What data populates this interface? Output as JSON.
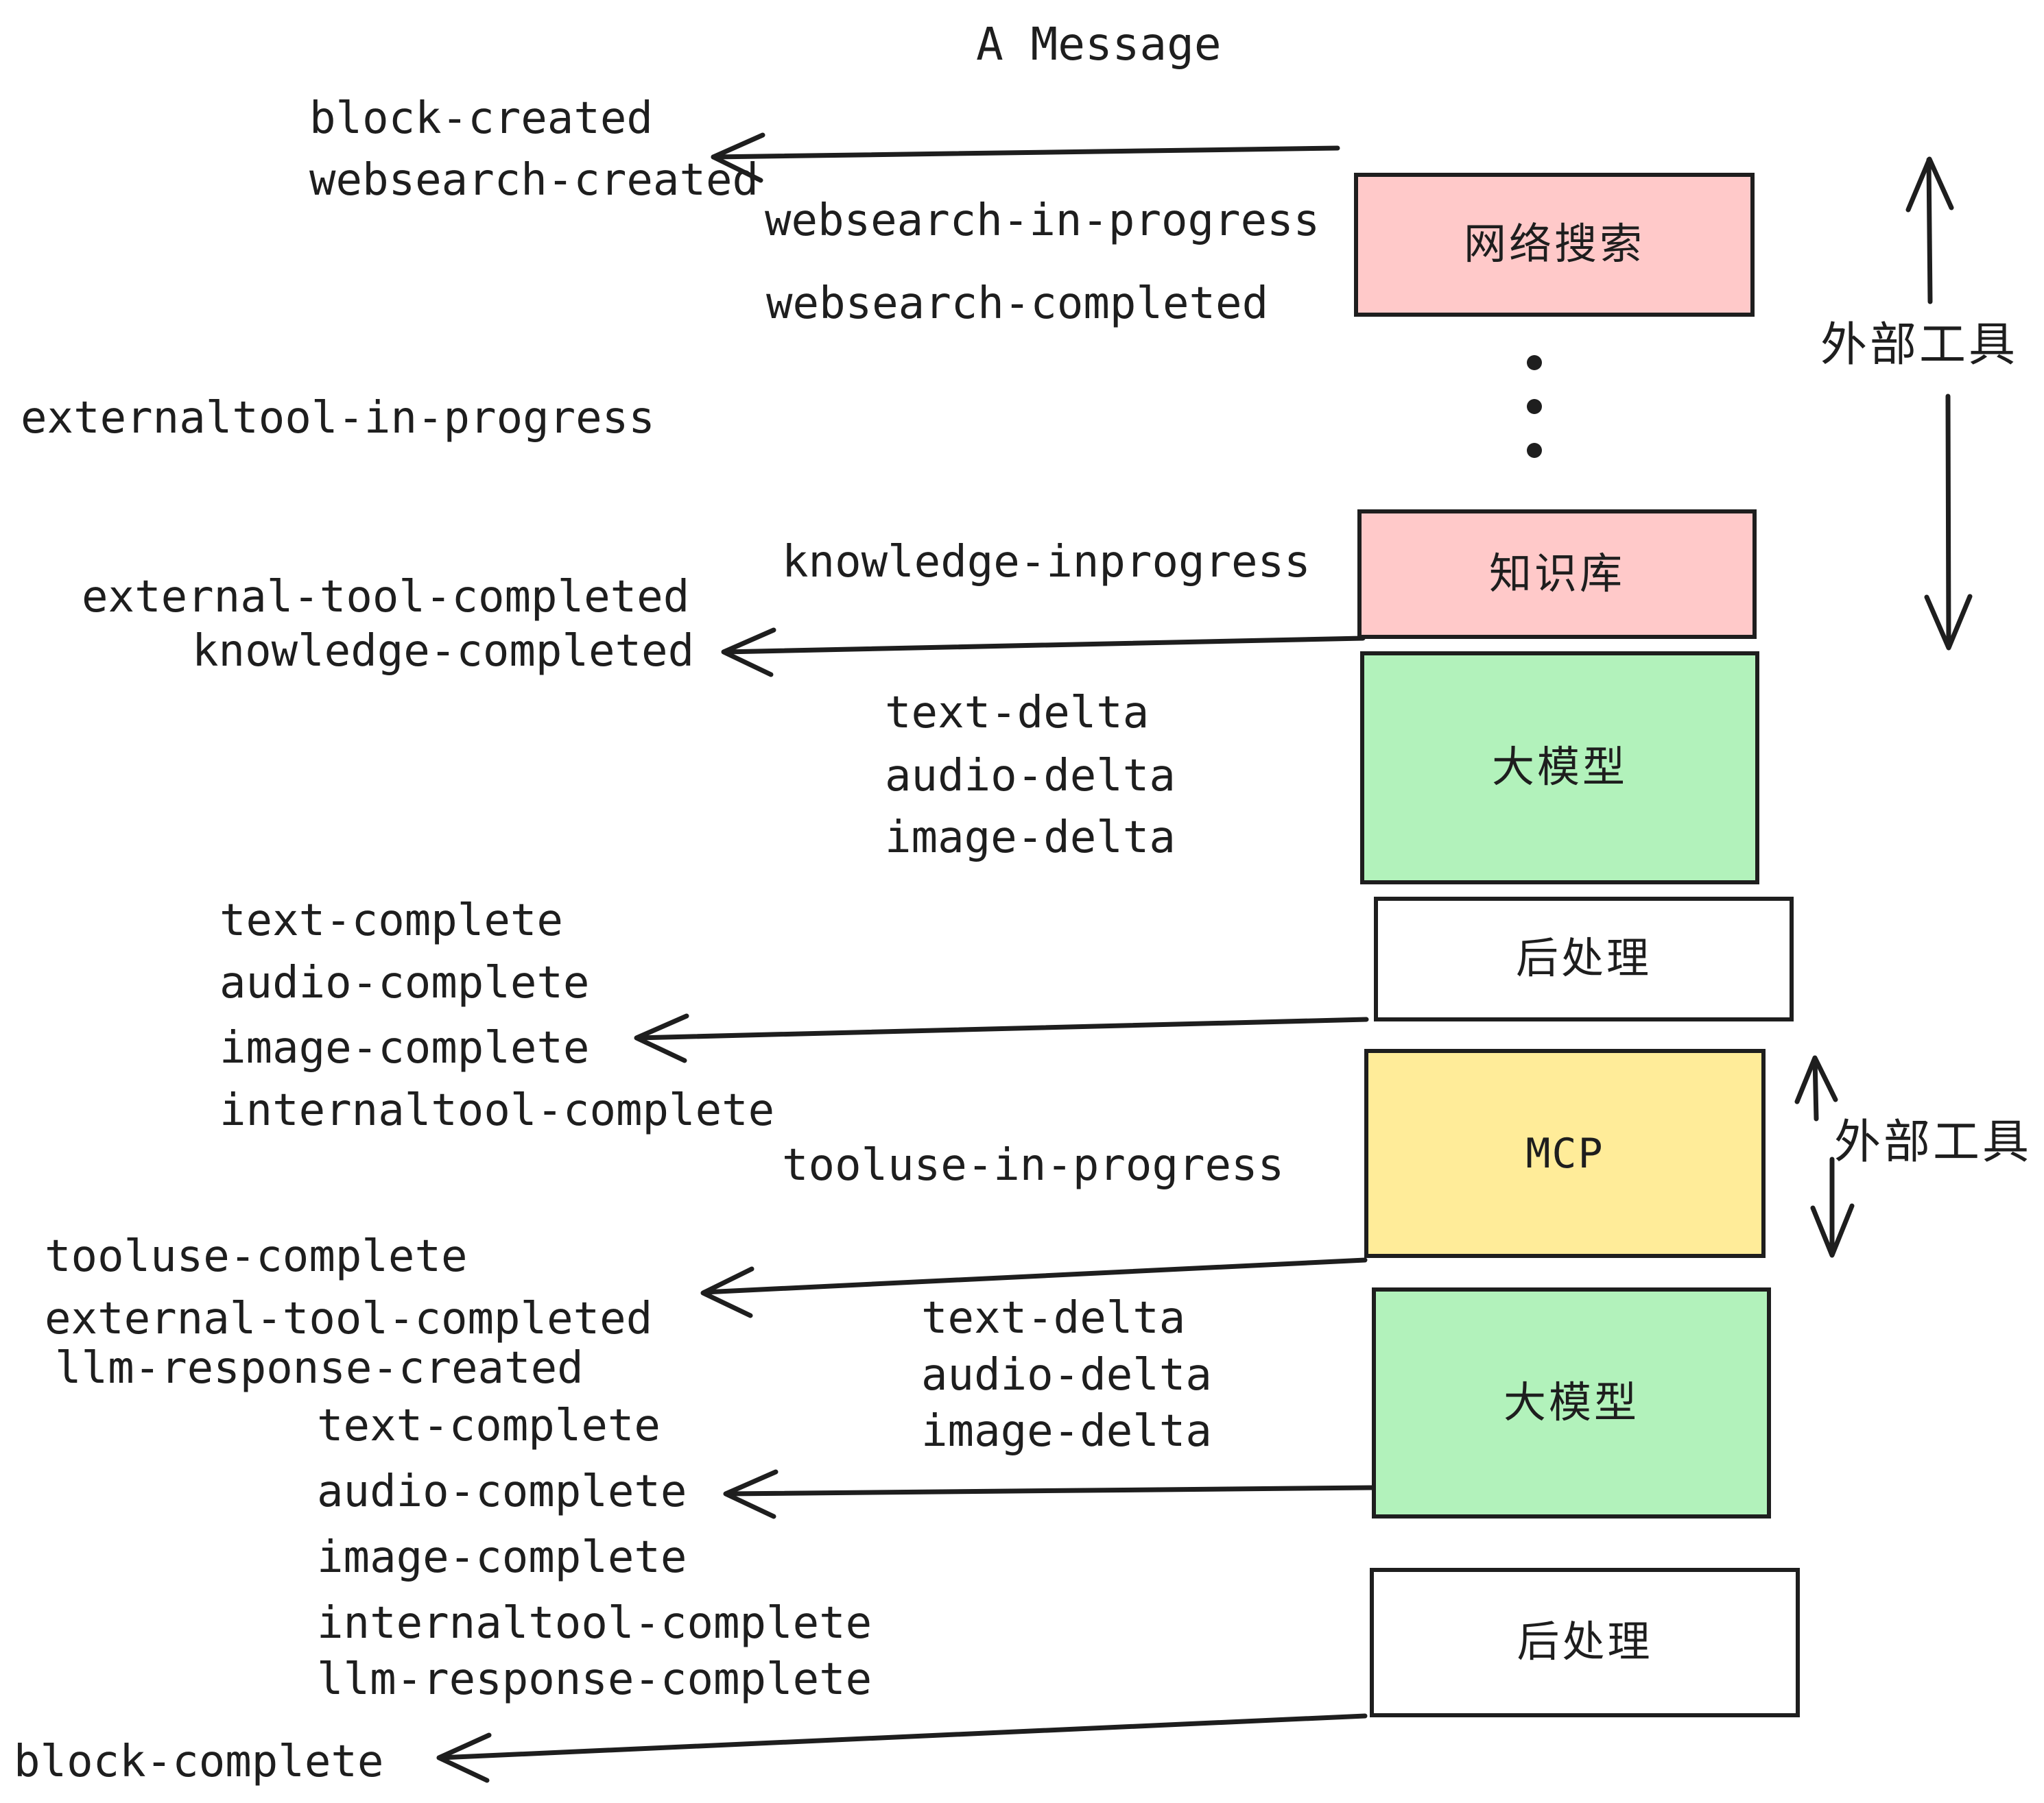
{
  "title": "A Message",
  "colors": {
    "background": "#ffffff",
    "ink": "#1e1e1e",
    "node_pink": "#ffc9c9",
    "node_green": "#b2f2bb",
    "node_yellow": "#ffec99",
    "node_white": "#ffffff"
  },
  "nodes": {
    "websearch": "网络搜索",
    "knowledge": "知识库",
    "llm_1": "大模型",
    "postprocess_1": "后处理",
    "mcp": "MCP",
    "llm_2": "大模型",
    "postprocess_2": "后处理"
  },
  "side_labels": {
    "external_tool_top": "外部工具",
    "external_tool_bottom": "外部工具"
  },
  "events": {
    "block_created": "block-created",
    "websearch_created": "websearch-created",
    "websearch_in_progress": "websearch-in-progress",
    "websearch_completed": "websearch-completed",
    "externaltool_in_progress": "externaltool-in-progress",
    "knowledge_inprogress": "knowledge-inprogress",
    "external_tool_completed_1": "external-tool-completed",
    "knowledge_completed": "knowledge-completed",
    "text_delta_1": "text-delta",
    "audio_delta_1": "audio-delta",
    "image_delta_1": "image-delta",
    "text_complete_1": "text-complete",
    "audio_complete_1": "audio-complete",
    "image_complete_1": "image-complete",
    "internaltool_complete_1": "internaltool-complete",
    "tooluse_in_progress": "tooluse-in-progress",
    "tooluse_complete": "tooluse-complete",
    "external_tool_completed_2": "external-tool-completed",
    "llm_response_created": "llm-response-created",
    "text_delta_2": "text-delta",
    "audio_delta_2": "audio-delta",
    "image_delta_2": "image-delta",
    "text_complete_2": "text-complete",
    "audio_complete_2": "audio-complete",
    "image_complete_2": "image-complete",
    "internaltool_complete_2": "internaltool-complete",
    "llm_response_complete": "llm-response-complete",
    "block_complete": "block-complete"
  }
}
